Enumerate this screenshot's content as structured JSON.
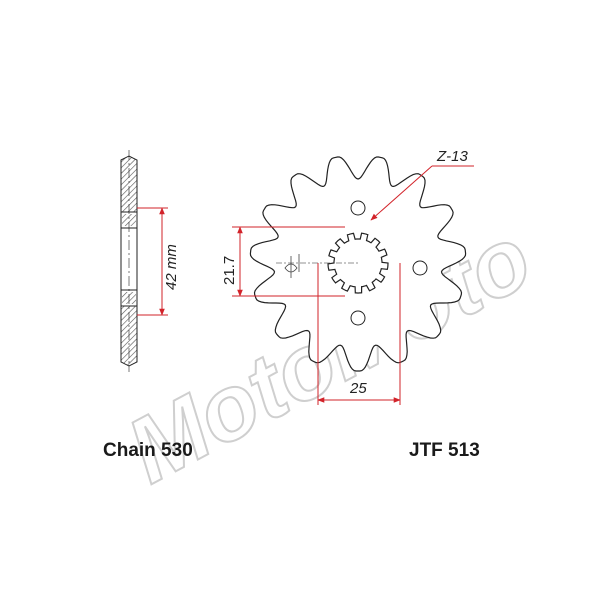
{
  "watermark": {
    "text": "MotoMoto",
    "color": "#cfcfcf"
  },
  "colors": {
    "dimension": "#d2232a",
    "outline": "#222222",
    "hatch": "#555555"
  },
  "side_view": {
    "thickness_label": "42 mm"
  },
  "front_view": {
    "teeth_count": 15,
    "teeth_label": "Z-13",
    "height_label": "21.7",
    "width_label": "25"
  },
  "labels": {
    "chain": "Chain 530",
    "part_number": "JTF 513"
  }
}
